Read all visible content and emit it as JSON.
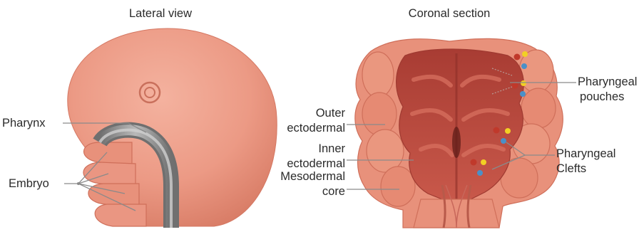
{
  "lateral": {
    "title": "Lateral view",
    "labels": {
      "pharynx": "Pharynx",
      "embryo": "Embryo"
    }
  },
  "coronal": {
    "title": "Coronal section",
    "labels": {
      "outer_1": "Outer",
      "outer_2": "ectodermal",
      "inner_1": "Inner",
      "inner_2": "ectodermal",
      "meso_1": "Mesodermal",
      "meso_2": "core",
      "pouches_1": "Pharyngeal",
      "pouches_2": "pouches",
      "clefts_1": "Pharyngeal",
      "clefts_2": "Clefts"
    }
  },
  "colors": {
    "skin": "#e8917b",
    "skin_dark": "#d9735e",
    "pharynx_tube": "#8f8f8f",
    "lumen": "#b8473c",
    "dot_red": "#c0392b",
    "dot_yellow": "#f2d024",
    "dot_blue": "#4a90c8"
  }
}
